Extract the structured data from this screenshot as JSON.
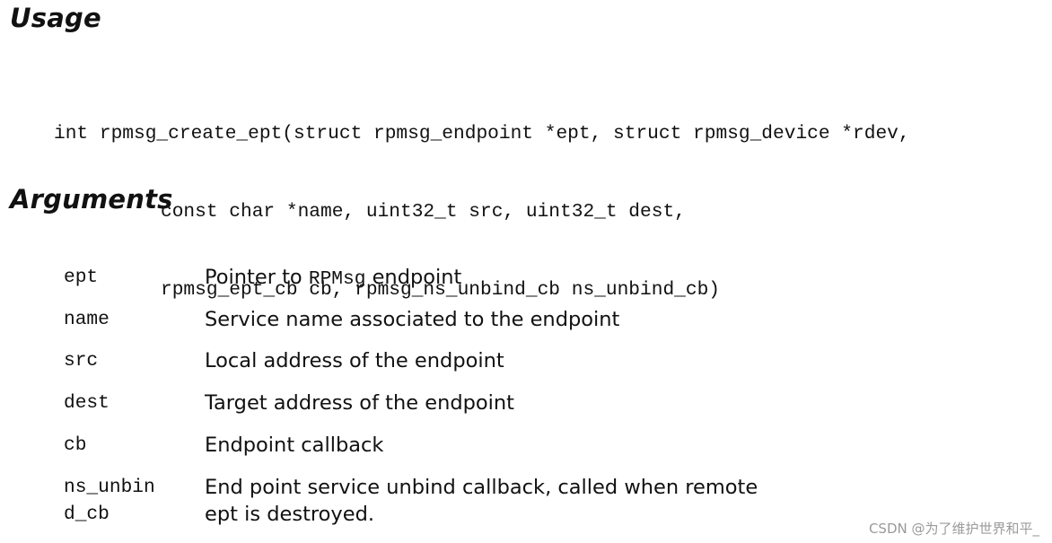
{
  "headings": {
    "usage": "Usage",
    "arguments": "Arguments"
  },
  "usage": {
    "lines": [
      "int rpmsg_create_ept(struct rpmsg_endpoint *ept, struct rpmsg_device *rdev,",
      "const char *name, uint32_t src, uint32_t dest,",
      "rpmsg_ept_cb cb, rpmsg_ns_unbind_cb ns_unbind_cb)"
    ]
  },
  "arguments": [
    {
      "term": "ept",
      "desc_before": "Pointer to ",
      "desc_mono": "RPMsg",
      "desc_after": " endpoint"
    },
    {
      "term": "name",
      "desc": "Service name associated to the endpoint"
    },
    {
      "term": "src",
      "desc": "Local address of the endpoint"
    },
    {
      "term": "dest",
      "desc": "Target address of the endpoint"
    },
    {
      "term": "cb",
      "desc": "Endpoint callback"
    },
    {
      "term_line1": "ns_unbin",
      "term_line2": "d_cb",
      "desc_line1": "End point service unbind callback, called when remote",
      "desc_line2": "ept is destroyed."
    }
  ],
  "watermark": "CSDN @为了维护世界和平_"
}
